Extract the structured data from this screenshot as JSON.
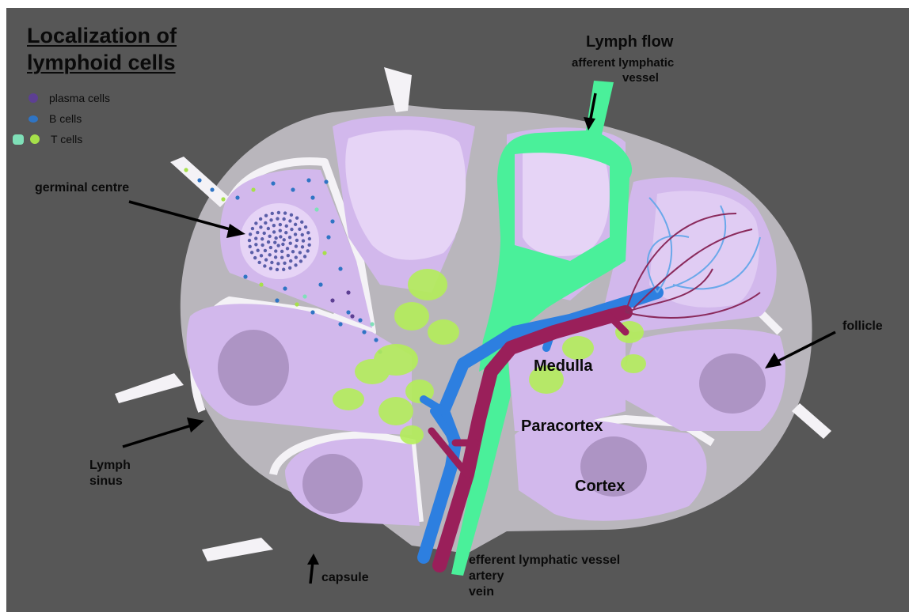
{
  "title": {
    "line1": "Localization of",
    "line2": "lymphoid cells"
  },
  "legend": [
    {
      "label": "plasma cells",
      "color": "#5d3f93"
    },
    {
      "label": "B cells",
      "color": "#2f74c4"
    },
    {
      "label": "T cells",
      "color": "#7fe0b8",
      "color2": "#a6e04a"
    }
  ],
  "labels": {
    "lymph_flow": "Lymph flow",
    "afferent_1": "afferent lymphatic",
    "afferent_2": "vessel",
    "germinal": "germinal centre",
    "follicle": "follicle",
    "medulla": "Medulla",
    "paracortex": "Paracortex",
    "cortex": "Cortex",
    "lymph": "Lymph",
    "sinus": "sinus",
    "capsule": "capsule",
    "efferent": "efferent lymphatic vessel",
    "artery": "artery",
    "vein": "vein"
  },
  "colors": {
    "background": "#575757",
    "capsule": "#b9b6bc",
    "sinus": "#f4f2f6",
    "cortex": "#d2b8ec",
    "follicle_light": "#e6d4f6",
    "follicle_dark": "#ad94c4",
    "lymphatic": "#4af09a",
    "artery": "#9a1f5a",
    "vein": "#2d7fe0",
    "tcell_patch": "#b4ee5a"
  }
}
